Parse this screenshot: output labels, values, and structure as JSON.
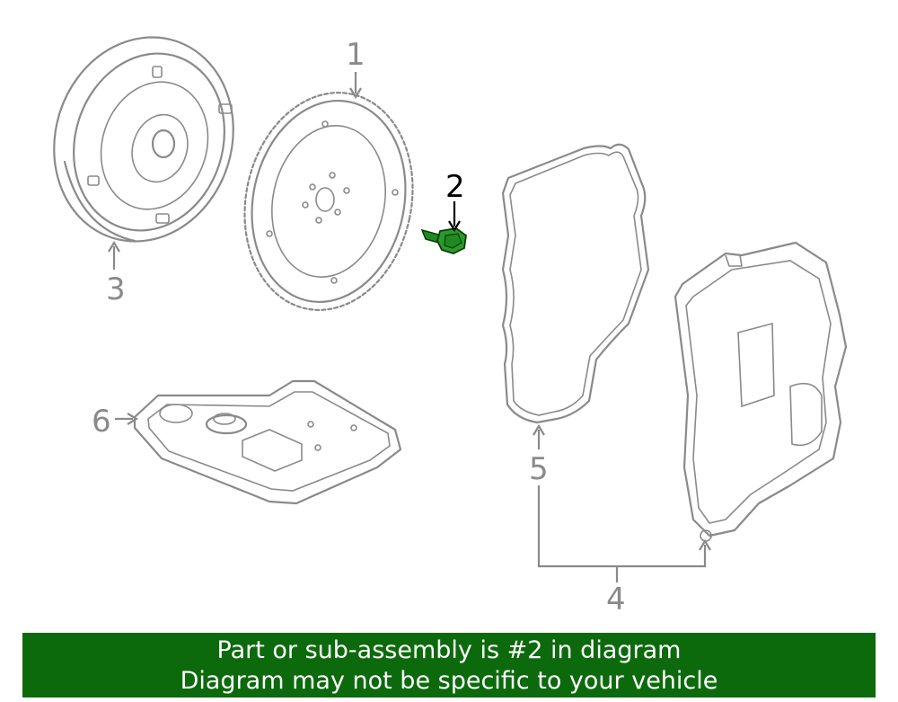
{
  "diagram": {
    "callouts": {
      "c1": "1",
      "c2": "2",
      "c3": "3",
      "c4": "4",
      "c5": "5",
      "c6": "6"
    },
    "highlight_color": "#1f8a1f",
    "line_color": "#8a8a8a"
  },
  "banner": {
    "line1": "Part or sub-assembly is #2 in diagram",
    "line2": "Diagram may not be specific to your vehicle",
    "background": "#0c6a0c"
  }
}
